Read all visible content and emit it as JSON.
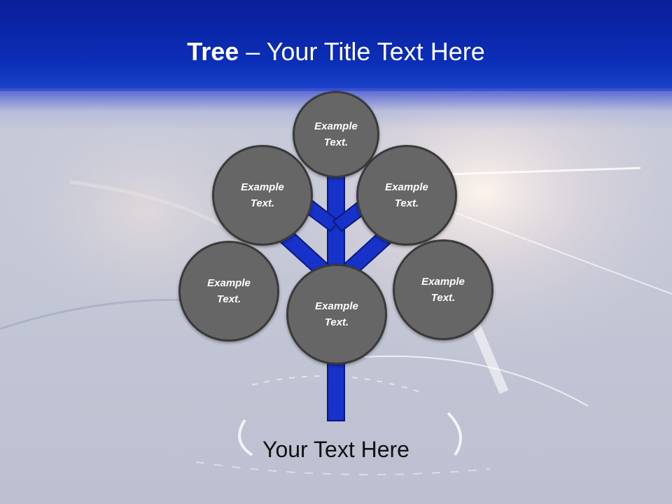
{
  "title": {
    "bold_part": "Tree",
    "rest": " – Your Title Text Here"
  },
  "nodes": [
    {
      "label": "Example Text."
    },
    {
      "label": "Example Text."
    },
    {
      "label": "Example Text."
    },
    {
      "label": "Example Text."
    },
    {
      "label": "Example Text."
    },
    {
      "label": "Example Text."
    }
  ],
  "footer_text": "Your Text Here",
  "colors": {
    "header": "#0b2fb8",
    "branch": "#1632c8",
    "branch_outline": "#0a1a7a",
    "node_fill": "#666666",
    "node_border": "#3a3a3a"
  }
}
